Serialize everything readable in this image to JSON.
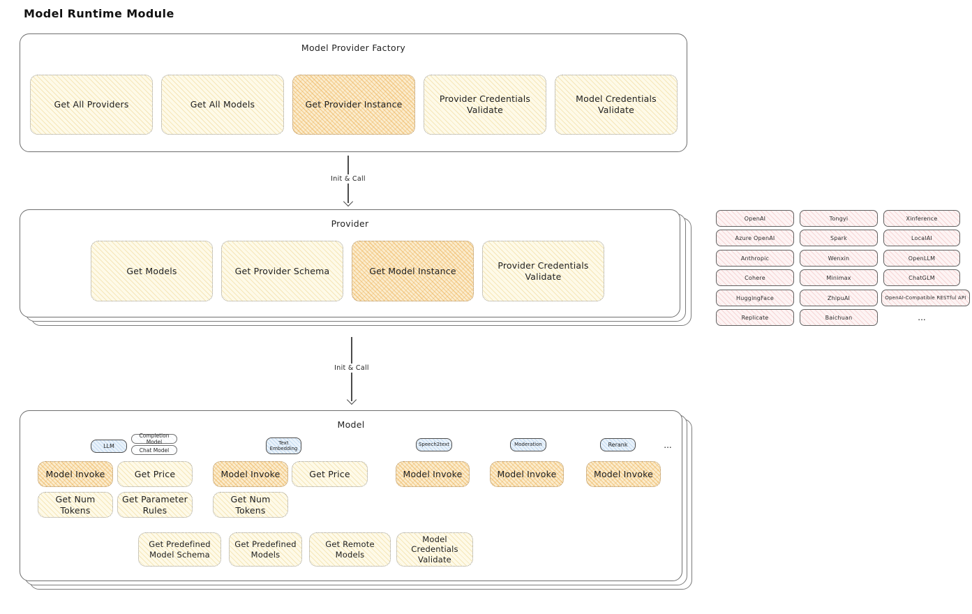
{
  "title": "Model Runtime Module",
  "colors": {
    "yellow_fill": "#fefae8",
    "orange_highlight_fill": "#fbeccd",
    "pink_fill": "#fdf4f4",
    "blue_fill": "#e9f2fb",
    "container_border": "#6e6e6e"
  },
  "factory": {
    "title": "Model Provider Factory",
    "items": [
      "Get All Providers",
      "Get All Models",
      "Get Provider Instance",
      "Provider Credentials Validate",
      "Model Credentials Validate"
    ]
  },
  "arrow1_label": "Init & Call",
  "arrow2_label": "Init & Call",
  "provider": {
    "title": "Provider",
    "items": [
      "Get Models",
      "Get Provider Schema",
      "Get Model Instance",
      "Provider Credentials Validate"
    ]
  },
  "providers_list": {
    "columns": [
      [
        "OpenAI",
        "Azure OpenAI",
        "Anthropic",
        "Cohere",
        "HuggingFace",
        "Replicate"
      ],
      [
        "Tongyi",
        "Spark",
        "Wenxin",
        "Minimax",
        "ZhipuAI",
        "Baichuan"
      ],
      [
        "Xinference",
        "LocalAI",
        "OpenLLM",
        "ChatGLM",
        "OpenAI-Compatible RESTful API",
        "..."
      ]
    ]
  },
  "model": {
    "title": "Model",
    "more": "...",
    "tab_llm": "LLM",
    "subtab_completion": "Completion Model",
    "subtab_chat": "Chat Model",
    "tab_text_embedding": "Text Embedding",
    "tab_speech2text": "Speech2text",
    "tab_moderation": "Moderation",
    "tab_rerank": "Rerank",
    "ops": {
      "model_invoke": "Model Invoke",
      "get_price": "Get Price",
      "get_num_tokens": "Get Num Tokens",
      "get_parameter_rules": "Get Parameter Rules"
    },
    "bottom": [
      "Get Predefined Model Schema",
      "Get Predefined Models",
      "Get Remote Models",
      "Model Credentials Validate"
    ]
  }
}
